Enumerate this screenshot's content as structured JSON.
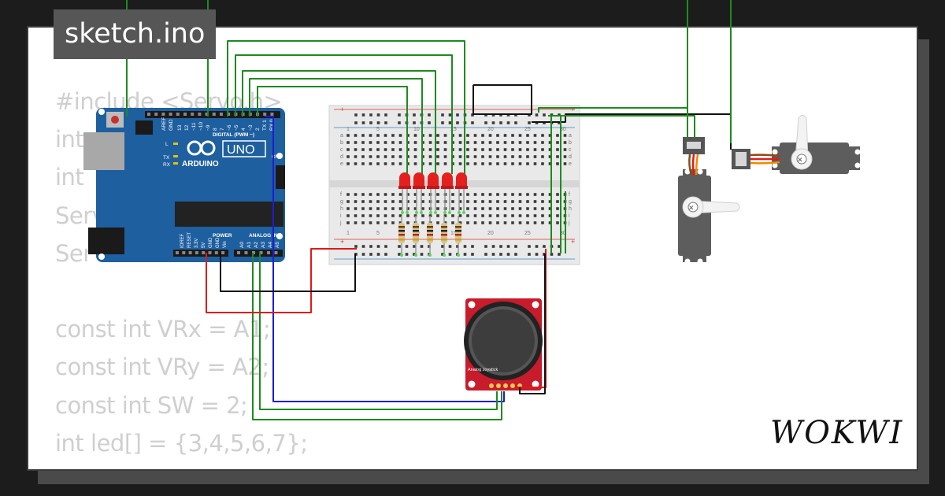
{
  "title": "sketch.ino",
  "brand": "WOKWI",
  "code_lines": [
    "#include <Servo.h>",
    "int",
    "int",
    "Serv",
    "Ser",
    "",
    "const int VRx = A1;",
    "const int VRy = A2;",
    "const int SW = 2;",
    "int led[] = {3,4,5,6,7};"
  ],
  "arduino": {
    "brand": "ARDUINO",
    "model": "UNO",
    "digital_label": "DIGITAL (PWM ~)",
    "power_label": "POWER",
    "analog_label": "ANALOG IN",
    "tx": "TX",
    "rx": "RX",
    "l": "L",
    "on": "ON",
    "aref": "AREF",
    "gnd": "GND",
    "digital_pins": [
      "13",
      "12",
      "~11",
      "~10",
      "~9",
      "8",
      "7",
      "~6",
      "~5",
      "4",
      "~3",
      "2",
      "TX 1",
      "RX 0"
    ],
    "power_pins": [
      "IOREF",
      "RESET",
      "3.3V",
      "5V",
      "GND",
      "GND",
      "Vin"
    ],
    "analog_pins": [
      "A0",
      "A1",
      "A2",
      "A3",
      "A4",
      "A5"
    ]
  },
  "breadboard": {
    "row_letters_top": [
      "a",
      "b",
      "c",
      "d",
      "e"
    ],
    "row_letters_bottom": [
      "f",
      "g",
      "h",
      "i",
      "j"
    ],
    "column_numbers": [
      "1",
      "5",
      "10",
      "15",
      "20",
      "25",
      "30"
    ]
  },
  "joystick": {
    "label": "Analog Joystick"
  },
  "colors": {
    "wire_green": "#1f8a1f",
    "wire_red": "#e01a1a",
    "wire_blue": "#1c1cd6",
    "wire_black": "#111111",
    "arduino_blue": "#1e5f9f",
    "led_red": "#e4201f",
    "joystick_red": "#c81b2b",
    "servo_gray": "#5d5d5d"
  }
}
